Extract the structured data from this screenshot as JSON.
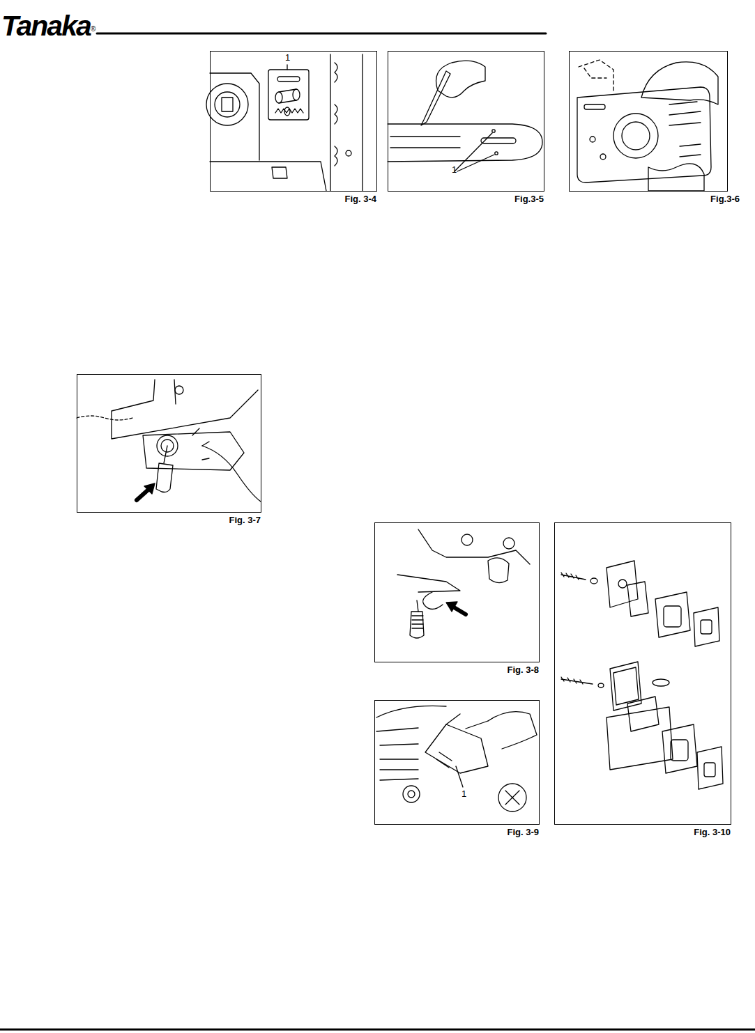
{
  "diagram": {
    "nodes": [
      {
        "text": [
          "1",
          "Fig. 3-4"
        ]
      },
      {
        "text": [
          "1",
          "Fig.3-5"
        ]
      },
      {
        "text": [
          "Fig.3-6"
        ]
      },
      {
        "text": [
          "Fig. 3-7"
        ]
      },
      {
        "text": [
          "Fig. 3-8"
        ]
      },
      {
        "text": [
          "1",
          "Fig. 3-9"
        ]
      },
      {
        "text": [
          "Fig. 3-10"
        ]
      }
    ],
    "labels": [
      "Tanaka",
      "®"
    ]
  }
}
